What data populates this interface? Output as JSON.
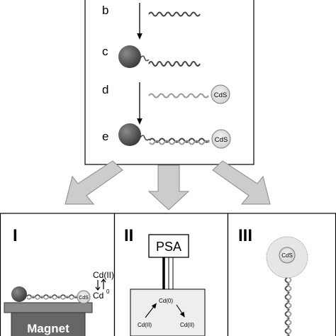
{
  "steps": {
    "b": "b",
    "c": "c",
    "d": "d",
    "e": "e"
  },
  "panels": {
    "one": {
      "label": "I",
      "magnet": "Magnet",
      "cd_ion": "Cd(II)",
      "cd_zero": "Cd",
      "cd_zero_sup": "0",
      "cds": "CdS"
    },
    "two": {
      "label": "II",
      "psa": "PSA",
      "cd_metal": "Cd(0)",
      "cd_left": "Cd(II)",
      "cd_right": "Cd(II)"
    },
    "three": {
      "label": "III",
      "cds": "CdS"
    }
  },
  "labels": {
    "cds_d": "CdS",
    "cds_e": "CdS"
  },
  "colors": {
    "bead": "#555555",
    "strand": "#444444",
    "probe": "#9a9a9a",
    "arrow_fill": "#cccccc",
    "box_fill": "#eeeeee",
    "magnet": "#666666"
  }
}
